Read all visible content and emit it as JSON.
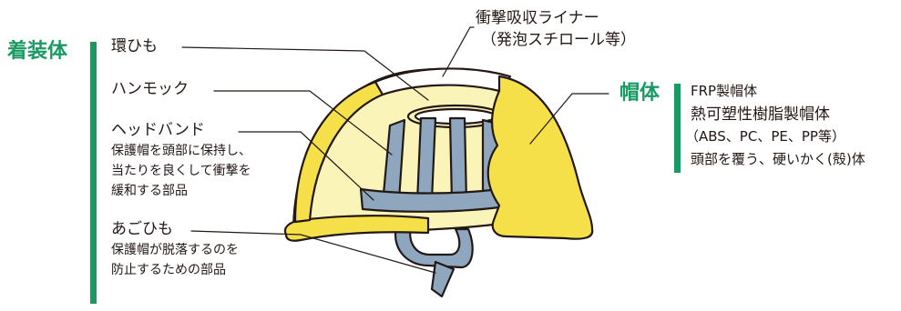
{
  "colors": {
    "accent_green": "#1a9a63",
    "shell_yellow": "#f5e04a",
    "liner_pale_yellow": "#fbf4b8",
    "band_blue": "#8fa6bf",
    "outline": "#231815"
  },
  "wearing_body": {
    "title": "着装体",
    "items": [
      {
        "label": "環ひも"
      },
      {
        "label": "ハンモック"
      },
      {
        "label": "ヘッドバンド",
        "desc": [
          "保護帽を頭部に保持し、",
          "当たりを良くして衝撃を",
          "緩和する部品"
        ]
      },
      {
        "label": "あごひも",
        "desc": [
          "保護帽が脱落するのを",
          "防止するための部品"
        ]
      }
    ]
  },
  "liner": {
    "label": "衝撃吸収ライナー",
    "sublabel": "（発泡スチロール等）"
  },
  "shell": {
    "title": "帽体",
    "lines": [
      "FRP製帽体",
      "熱可塑性樹脂製帽体",
      "（ABS、PC、PE、PP等）"
    ],
    "desc": "頭部を覆う、硬いかく(殻)体"
  }
}
